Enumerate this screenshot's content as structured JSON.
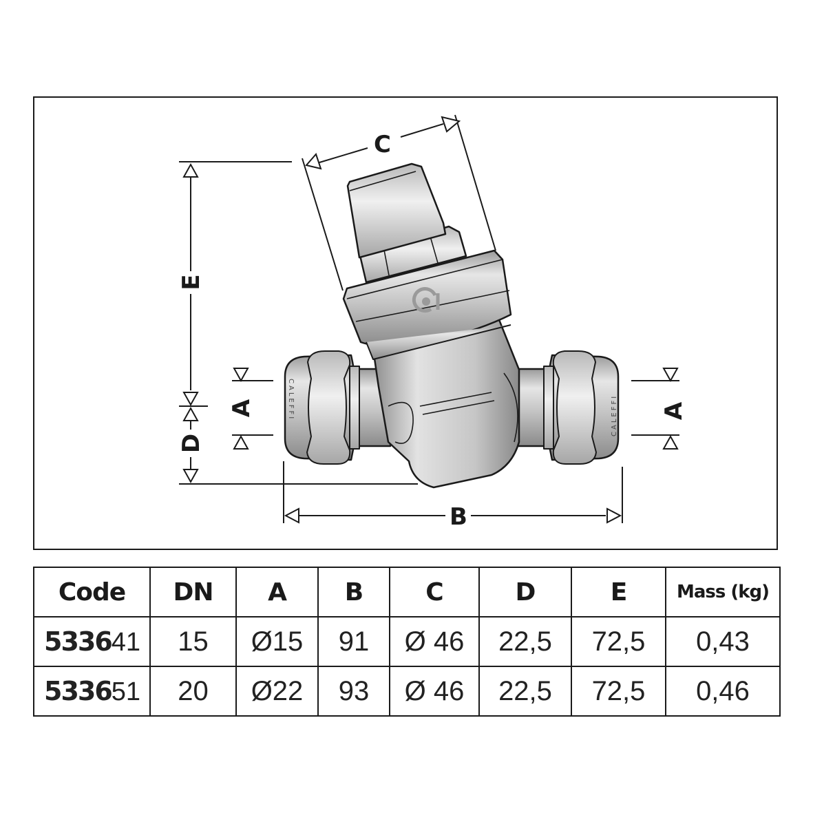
{
  "diagram": {
    "labels": {
      "a_left": "A",
      "a_right": "A",
      "b": "B",
      "c": "C",
      "d": "D",
      "e": "E"
    },
    "brand_left": "CALEFFI",
    "brand_right": "CALEFFI"
  },
  "table": {
    "headers": [
      "Code",
      "DN",
      "A",
      "B",
      "C",
      "D",
      "E",
      "Mass (kg)"
    ],
    "rows": [
      {
        "code_bold": "5336",
        "code_light": "41",
        "dn": "15",
        "a": "Ø15",
        "b": "91",
        "c": "Ø 46",
        "d": "22,5",
        "e": "72,5",
        "mass": "0,43"
      },
      {
        "code_bold": "5336",
        "code_light": "51",
        "dn": "20",
        "a": "Ø22",
        "b": "93",
        "c": "Ø 46",
        "d": "22,5",
        "e": "72,5",
        "mass": "0,46"
      }
    ]
  }
}
